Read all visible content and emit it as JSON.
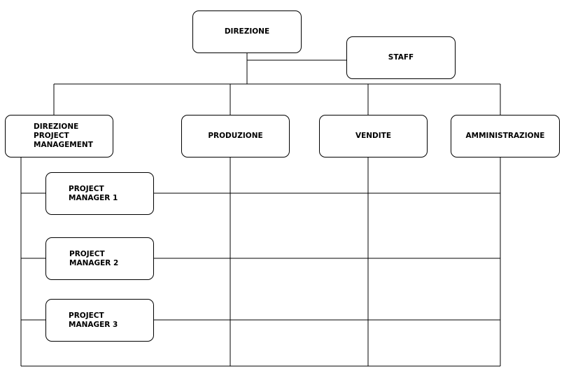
{
  "org_chart": {
    "top": "DIREZIONE",
    "staff": "STAFF",
    "departments": {
      "pm_direction": "DIREZIONE\nPROJECT\nMANAGEMENT",
      "production": "PRODUZIONE",
      "sales": "VENDITE",
      "administration": "AMMINISTRAZIONE"
    },
    "project_managers": [
      "PROJECT\nMANAGER 1",
      "PROJECT\nMANAGER 2",
      "PROJECT\nMANAGER 3"
    ]
  }
}
